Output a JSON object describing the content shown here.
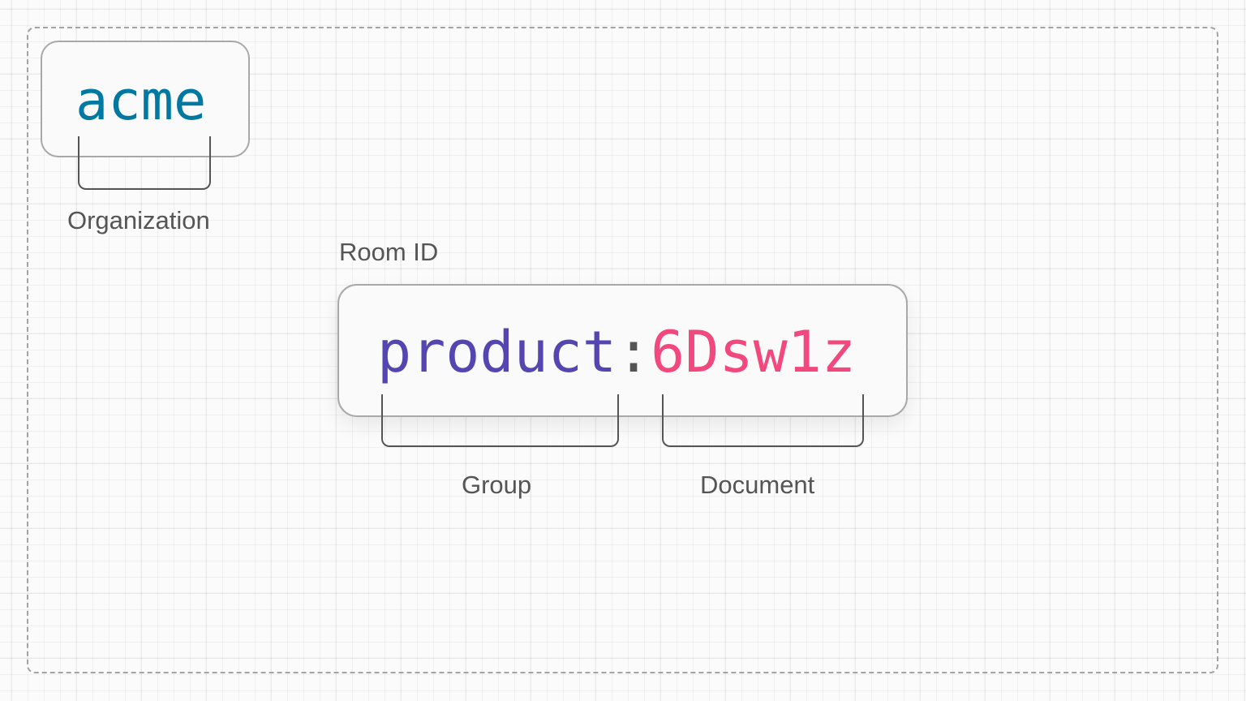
{
  "diagram": {
    "organization": {
      "value": "acme",
      "label": "Organization",
      "color": "#0079a2"
    },
    "room_id": {
      "title": "Room ID",
      "group": {
        "value": "product",
        "label": "Group",
        "color": "#5545b0"
      },
      "separator": ":",
      "document": {
        "value": "6Dsw1z",
        "label": "Document",
        "color": "#f2487e"
      }
    }
  }
}
